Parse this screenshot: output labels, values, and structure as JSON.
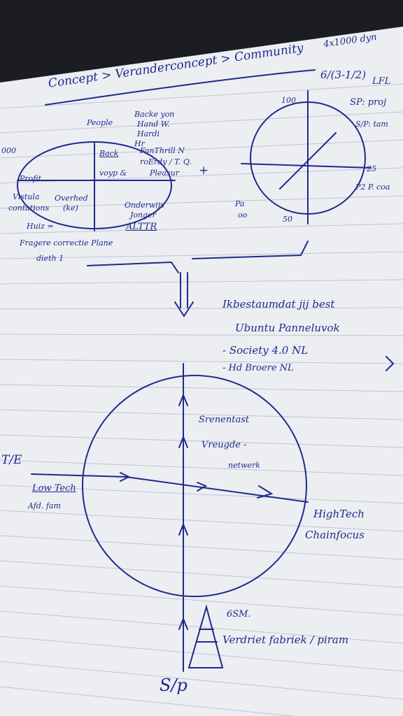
{
  "page": {
    "headline": "Concept > Veranderconcept > Community",
    "top_right_note": "4x1000 dyn",
    "fraction": "6/(3-1/2)",
    "lfl": "LFL",
    "sp_line1": "SP: proj",
    "sp_line2": "S/P: tam",
    "left_circle": {
      "people": "People",
      "labels_right": [
        "Backe yon",
        "Hand W.",
        "Hardi",
        "Hr"
      ],
      "quadrant_label": "Back",
      "quadrant_sub": "voyp &",
      "fanthrill": "FanThrill N",
      "roendy": "roErdy / T. Q.",
      "pleasure": "Pleasur",
      "profit": "Profit",
      "vistula_1": "Vistula",
      "vistula_2": "contations",
      "overheid_1": "Overhed",
      "overheid_2": "(ke)",
      "onderwijs": "Onderwijs",
      "jonger": "Jonger",
      "alttr": "ALTTR",
      "huiz": "Huiz =",
      "footer": "Fragere correctie Plane",
      "footer2": "dieth 1",
      "left_edge": "000"
    },
    "right_circle": {
      "top_value": "100",
      "right_value": "25",
      "bottom_value": "50",
      "p_label": "P2 P. coa",
      "pa_label": "Pa",
      "pa_sub": "oo"
    },
    "middle_block": {
      "line1": "Ikbestaumdat jij best",
      "line2": "Ubuntu Panneluvok",
      "line3": "- Society 4.0 NL",
      "line4": "- Hd Broere NL"
    },
    "big_circle": {
      "left_marker": "T/E",
      "srenen": "Srenentast",
      "vreugde_1": "Vreugde -",
      "vreugde_2": "netwerk",
      "low_tech_1": "Low Tech",
      "low_tech_2": "Afd. fam",
      "high_tech_1": "HighTech",
      "high_tech_2": "Chainfocus",
      "sm": "6SM.",
      "verdriet": "Verdriet fabriek / piram",
      "sp_bottom": "S/p"
    },
    "colors": {
      "ink": "#1f2a8c",
      "paper": "#eef0f4",
      "background": "#1b1d22"
    }
  }
}
